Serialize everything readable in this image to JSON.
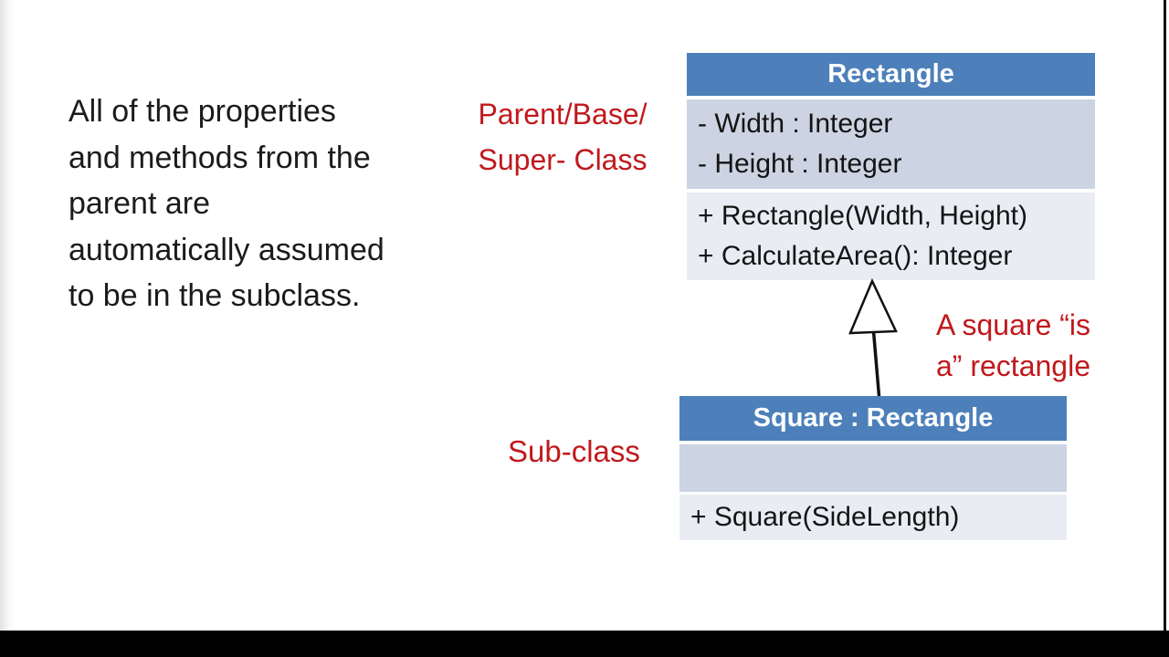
{
  "slide": {
    "paragraph_lines": [
      "All of the properties",
      "and methods from the",
      "parent are",
      "automatically assumed",
      "to be in the subclass."
    ],
    "labels": {
      "parent_line1": "Parent/Base/",
      "parent_line2": "Super- Class",
      "subclass": "Sub-class",
      "is_a_line1": "A square “is",
      "is_a_line2": "a” rectangle"
    },
    "diagram": {
      "rectangle_class": {
        "name": "Rectangle",
        "attributes": [
          "- Width : Integer",
          "- Height : Integer"
        ],
        "methods": [
          "+ Rectangle(Width, Height)",
          "+ CalculateArea(): Integer"
        ]
      },
      "square_class": {
        "name": "Square : Rectangle",
        "attributes": [],
        "methods": [
          "+ Square(SideLength)"
        ]
      },
      "arrow": "uml-inheritance-arrow"
    },
    "colors": {
      "class_header_blue": "#4d80ba",
      "attributes_fill": "#ccd3e2",
      "methods_fill": "#e9edf3",
      "annotation_red": "#c0191d",
      "body_text": "#1b1b1b",
      "bottom_bar": "#020202"
    }
  }
}
